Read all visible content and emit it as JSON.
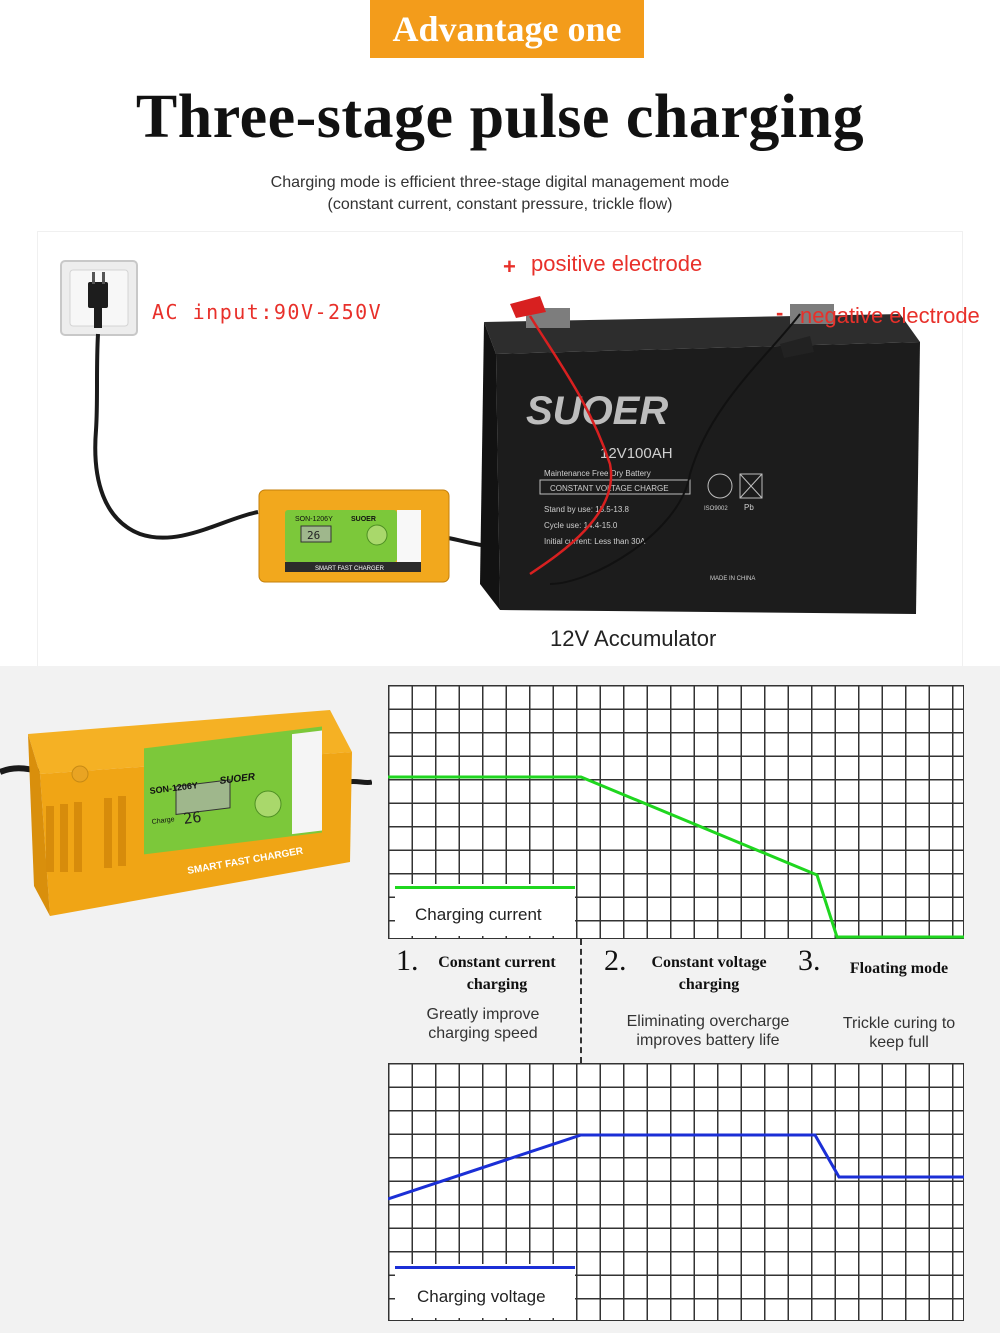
{
  "header": {
    "badge": "Advantage one",
    "title": "Three-stage pulse charging",
    "subtitle_line1": "Charging mode is efficient three-stage digital management mode",
    "subtitle_line2": "(constant current, constant pressure, trickle flow)"
  },
  "diagram": {
    "ac_input": "AC input:90V-250V",
    "positive_sign": "+",
    "positive_label": "positive electrode",
    "negative_sign": "-",
    "negative_label": "negative electrode",
    "accumulator": "12V Accumulator",
    "battery": {
      "brand": "SUOER",
      "model": "12V100AH",
      "line1": "Maintenance Free Dry Battery",
      "line2": "CONSTANT VOLTAGE CHARGE",
      "line3": "Stand by use:  13.5-13.8",
      "line4": "Cycle use:  14.4-15.0",
      "line5": "Initial current:  Less than 30A",
      "cert": "ISO9002",
      "recycle": "Pb",
      "made_in": "MADE IN CHINA"
    },
    "charger_small": {
      "model": "SON-1206Y",
      "brand": "SUOER",
      "display": "26",
      "footer": "SMART FAST CHARGER"
    }
  },
  "charger_large": {
    "model": "SON-1206Y",
    "brand": "SUOER",
    "display": "26",
    "footer": "SMART FAST CHARGER",
    "charge": "Charge"
  },
  "chart_upper": {
    "legend": "Charging current",
    "color": "#1fd61f"
  },
  "chart_lower": {
    "legend": "Charging voltage",
    "color": "#1b2fd6"
  },
  "stages": [
    {
      "num": "1.",
      "title": "Constant current charging",
      "desc": "Greatly improve charging speed"
    },
    {
      "num": "2.",
      "title": "Constant voltage charging",
      "desc": "Eliminating overcharge improves battery life"
    },
    {
      "num": "3.",
      "title": "Floating mode",
      "desc": "Trickle curing to keep full"
    }
  ]
}
